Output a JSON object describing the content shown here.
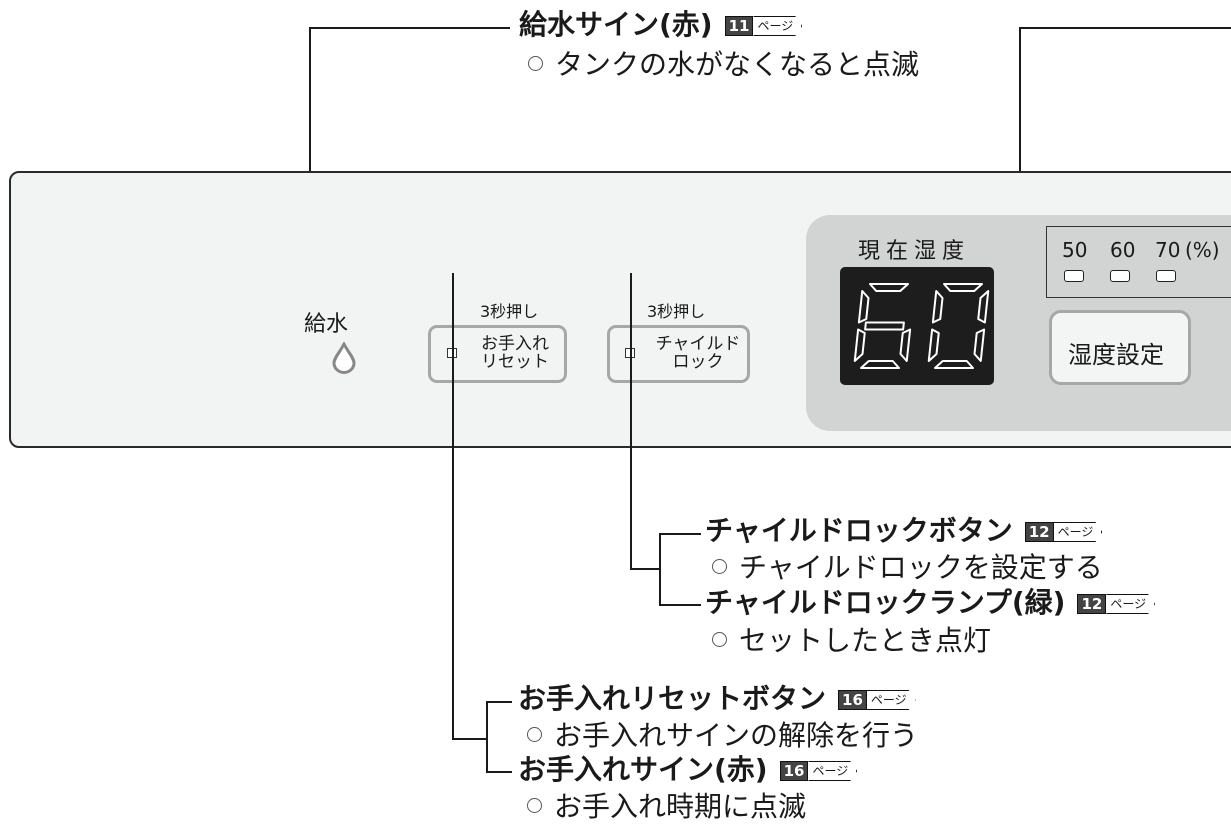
{
  "annotations": {
    "water_sign": {
      "title": "給水サイン(赤)",
      "page_num": "11",
      "page_unit": "ページ",
      "desc": "タンクの水がなくなると点滅"
    },
    "child_lock_button": {
      "title": "チャイルドロックボタン",
      "page_num": "12",
      "page_unit": "ページ",
      "desc": "チャイルドロックを設定する"
    },
    "child_lock_lamp": {
      "title": "チャイルドロックランプ(緑)",
      "page_num": "12",
      "page_unit": "ページ",
      "desc": "セットしたとき点灯"
    },
    "care_reset_button": {
      "title": "お手入れリセットボタン",
      "page_num": "16",
      "page_unit": "ページ",
      "desc": "お手入れサインの解除を行う"
    },
    "care_sign": {
      "title": "お手入れサイン(赤)",
      "page_num": "16",
      "page_unit": "ページ",
      "desc": "お手入れ時期に点滅"
    }
  },
  "panel": {
    "water_label": "給水",
    "care_reset": {
      "hint": "3秒押し",
      "line1": "お手入れ",
      "line2": "リセット"
    },
    "child_lock": {
      "hint": "3秒押し",
      "line1": "チャイルド",
      "line2": "ロック"
    },
    "current_humidity_label": "現在湿度",
    "display_value": "60",
    "humidity_levels": {
      "v50": "50",
      "v60": "60",
      "v70": "70",
      "unit": "(%)"
    },
    "humidity_button_label": "湿度設定"
  },
  "colors": {
    "panel_bg": "#f1f4f3",
    "gray_block": "#d2d3d3",
    "display_bg": "#1d1d1d",
    "segment_on": "#ffffff"
  },
  "icons": [
    "water-drop-icon",
    "page-ref-arrow-icon"
  ]
}
